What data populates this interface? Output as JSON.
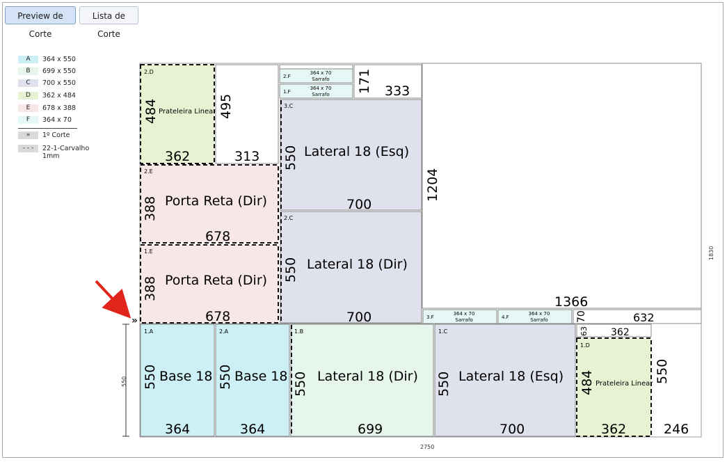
{
  "tabs": [
    {
      "label": "Preview de Corte",
      "active": true
    },
    {
      "label": "Lista de Corte",
      "active": false
    }
  ],
  "legend": {
    "items": [
      {
        "key": "A",
        "label": "364 x 550",
        "color": "#cdf0f6"
      },
      {
        "key": "B",
        "label": "699 x 550",
        "color": "#e6f6ec"
      },
      {
        "key": "C",
        "label": "700 x 550",
        "color": "#dfe1ec"
      },
      {
        "key": "D",
        "label": "362 x 484",
        "color": "#e6f2d2"
      },
      {
        "key": "E",
        "label": "678 x 388",
        "color": "#f7e7e6"
      },
      {
        "key": "F",
        "label": "364 x 70",
        "color": "#e6f8f5"
      }
    ],
    "first_cut": {
      "symbol": "»",
      "label": "1º Corte"
    },
    "material": {
      "symbol": "- - -",
      "label": "22-1-Carvalho 1mm"
    }
  },
  "sheet": {
    "width_label": "2750",
    "height_label": "1830",
    "strip_height_label": "550",
    "first_cut_marker": "»"
  },
  "pieces": [
    {
      "id": "1.A",
      "name": "Base 18",
      "w": "364",
      "h": "550",
      "type": "A"
    },
    {
      "id": "2.A",
      "name": "Base 18",
      "w": "364",
      "h": "550",
      "type": "A"
    },
    {
      "id": "1.B",
      "name": "Lateral 18 (Dir)",
      "w": "699",
      "h": "550",
      "type": "B"
    },
    {
      "id": "1.C",
      "name": "Lateral 18 (Esq)",
      "w": "700",
      "h": "550",
      "type": "C"
    },
    {
      "id": "1.D",
      "name": "Prateleira Linear",
      "w": "362",
      "h": "484",
      "type": "D"
    },
    {
      "id": "2.D",
      "name": "Prateleira Linear",
      "w": "362",
      "h": "484",
      "type": "D"
    },
    {
      "id": "1.E",
      "name": "Porta Reta (Dir)",
      "w": "678",
      "h": "388",
      "type": "E"
    },
    {
      "id": "2.E",
      "name": "Porta Reta (Dir)",
      "w": "678",
      "h": "388",
      "type": "E"
    },
    {
      "id": "2.C",
      "name": "Lateral 18 (Dir)",
      "w": "700",
      "h": "550",
      "type": "C"
    },
    {
      "id": "3.C",
      "name": "Lateral 18 (Esq)",
      "w": "700",
      "h": "550",
      "type": "C"
    },
    {
      "id": "1.F",
      "name": "Sarrafo",
      "size": "364 x 70",
      "type": "F"
    },
    {
      "id": "2.F",
      "name": "Sarrafo",
      "size": "364 x 70",
      "type": "F"
    },
    {
      "id": "3.F",
      "name": "Sarrafo",
      "size": "364 x 70",
      "type": "F"
    },
    {
      "id": "4.F",
      "name": "Sarrafo",
      "size": "364 x 70",
      "type": "F"
    }
  ],
  "scraps": [
    {
      "w": "246",
      "h": "550"
    },
    {
      "w": "362",
      "h": "63"
    },
    {
      "w": "313",
      "h": "495"
    },
    {
      "w": "333",
      "h": "171"
    },
    {
      "w": "1366",
      "h": "1204"
    },
    {
      "w": "632",
      "h": "70"
    }
  ]
}
